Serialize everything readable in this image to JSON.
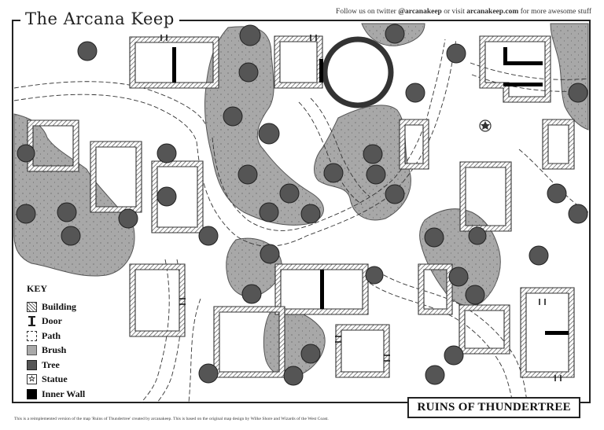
{
  "header": {
    "title": "The Arcana Keep",
    "follow_prefix": "Follow us on twitter ",
    "twitter_handle": "@arcanakeep",
    "follow_middle": " or visit ",
    "website": "arcanakeep.com",
    "follow_suffix": " for more awesome stuff"
  },
  "key": {
    "heading": "KEY",
    "items": [
      {
        "label": "Building",
        "icon": "building-swatch"
      },
      {
        "label": "Door",
        "icon": "door-icon"
      },
      {
        "label": "Path",
        "icon": "path-swatch"
      },
      {
        "label": "Brush",
        "icon": "brush-swatch"
      },
      {
        "label": "Tree",
        "icon": "tree-swatch"
      },
      {
        "label": "Statue",
        "icon": "statue-icon"
      },
      {
        "label": "Inner Wall",
        "icon": "inner-wall-swatch"
      }
    ]
  },
  "map_name": "RUINS OF THUNDERTREE",
  "credit": "This is a reimplemented version of the map 'Ruins of Thundertree' created by arcanakeep. This is based on the original map design by Wilke Shore and Wizards of the West Coast.",
  "colors": {
    "brush": "#a9a9a9",
    "tree": "#555555",
    "wall": "#000000",
    "paper": "#ffffff"
  }
}
